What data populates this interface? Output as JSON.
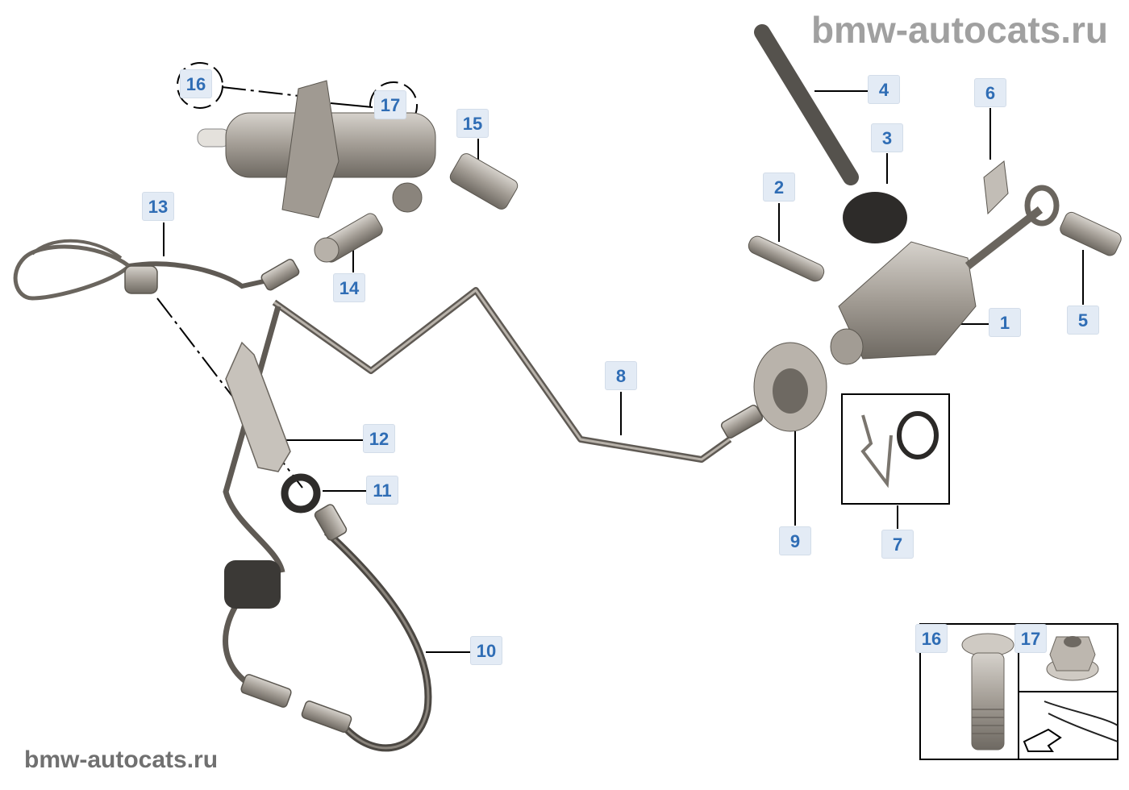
{
  "watermarks": {
    "top": "bmw-autocats.ru",
    "bottom": "bmw-autocats.ru"
  },
  "colors": {
    "label_bg": "#e3ebf5",
    "label_text": "#2f6db5",
    "part": "#9a948c",
    "line": "#000000"
  },
  "callouts": [
    {
      "id": "16",
      "text": "16"
    },
    {
      "id": "17",
      "text": "17"
    },
    {
      "id": "15",
      "text": "15"
    },
    {
      "id": "13",
      "text": "13"
    },
    {
      "id": "14",
      "text": "14"
    },
    {
      "id": "4",
      "text": "4"
    },
    {
      "id": "3",
      "text": "3"
    },
    {
      "id": "6",
      "text": "6"
    },
    {
      "id": "2",
      "text": "2"
    },
    {
      "id": "1",
      "text": "1"
    },
    {
      "id": "5",
      "text": "5"
    },
    {
      "id": "8",
      "text": "8"
    },
    {
      "id": "12",
      "text": "12"
    },
    {
      "id": "11",
      "text": "11"
    },
    {
      "id": "9",
      "text": "9"
    },
    {
      "id": "7",
      "text": "7"
    },
    {
      "id": "10",
      "text": "10"
    }
  ],
  "inset": {
    "bolt_label": "16",
    "nut_label": "17"
  }
}
